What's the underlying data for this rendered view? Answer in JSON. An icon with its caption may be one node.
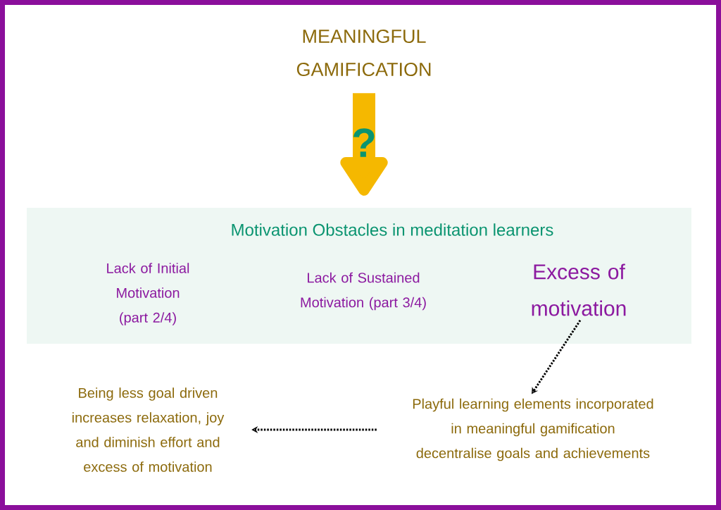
{
  "diagram": {
    "nodes": [
      {
        "text": [
          "MEANINGFUL GAMIFICATION"
        ]
      },
      {
        "text": [
          "Motivation Obstacles in meditation learners"
        ]
      },
      {
        "text": [
          "Lack of Initial Motivation (part 2/4)"
        ],
        "in": 1
      },
      {
        "text": [
          "Lack of Sustained Motivation (part 3/4)"
        ],
        "in": 1
      },
      {
        "text": [
          "Excess of motivation"
        ],
        "in": 1
      },
      {
        "text": [
          "Playful learning elements incorporated in meaningful gamification decentralise goals and achievements"
        ]
      },
      {
        "text": [
          "Being less goal driven increases relaxation, joy and diminish effort and excess of motivation"
        ]
      }
    ],
    "edges": [
      {
        "from": 0,
        "to": 1,
        "arrow": "to",
        "label": "?",
        "style": "thick",
        "color": "#f5b800"
      },
      {
        "from": 4,
        "to": 5,
        "arrow": "to",
        "style": "dashed"
      },
      {
        "from": 5,
        "to": 6,
        "arrow": "to",
        "style": "dashed"
      }
    ]
  }
}
